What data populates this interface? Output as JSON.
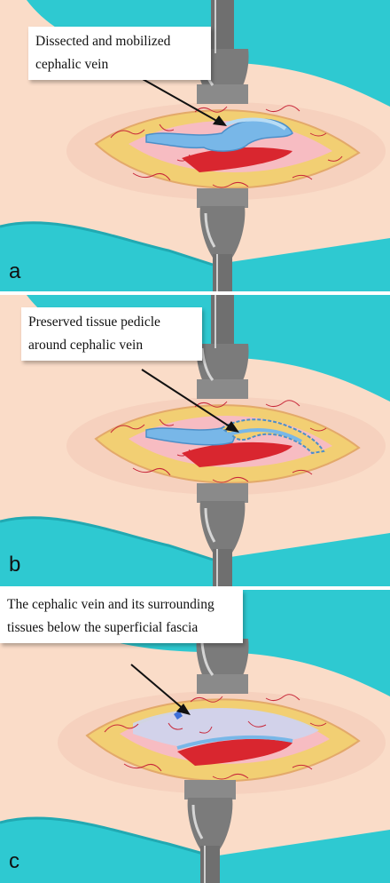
{
  "panels": [
    {
      "letter": "a",
      "label_lines": [
        "Dissected and mobilized",
        "cephalic vein"
      ]
    },
    {
      "letter": "b",
      "label_lines": [
        "Preserved tissue pedicle",
        "around cephalic vein"
      ]
    },
    {
      "letter": "c",
      "label_lines": [
        "The cephalic vein and its surrounding",
        "tissues below the superficial fascia"
      ]
    }
  ],
  "colors": {
    "skin": "#fadcc8",
    "drape": "#2ec9d1",
    "fat": "#f2cf73",
    "wound": "#f7bcc2",
    "vein": "#78b7e8",
    "artery": "#d9262f",
    "retractor": "#7b7b7b"
  }
}
